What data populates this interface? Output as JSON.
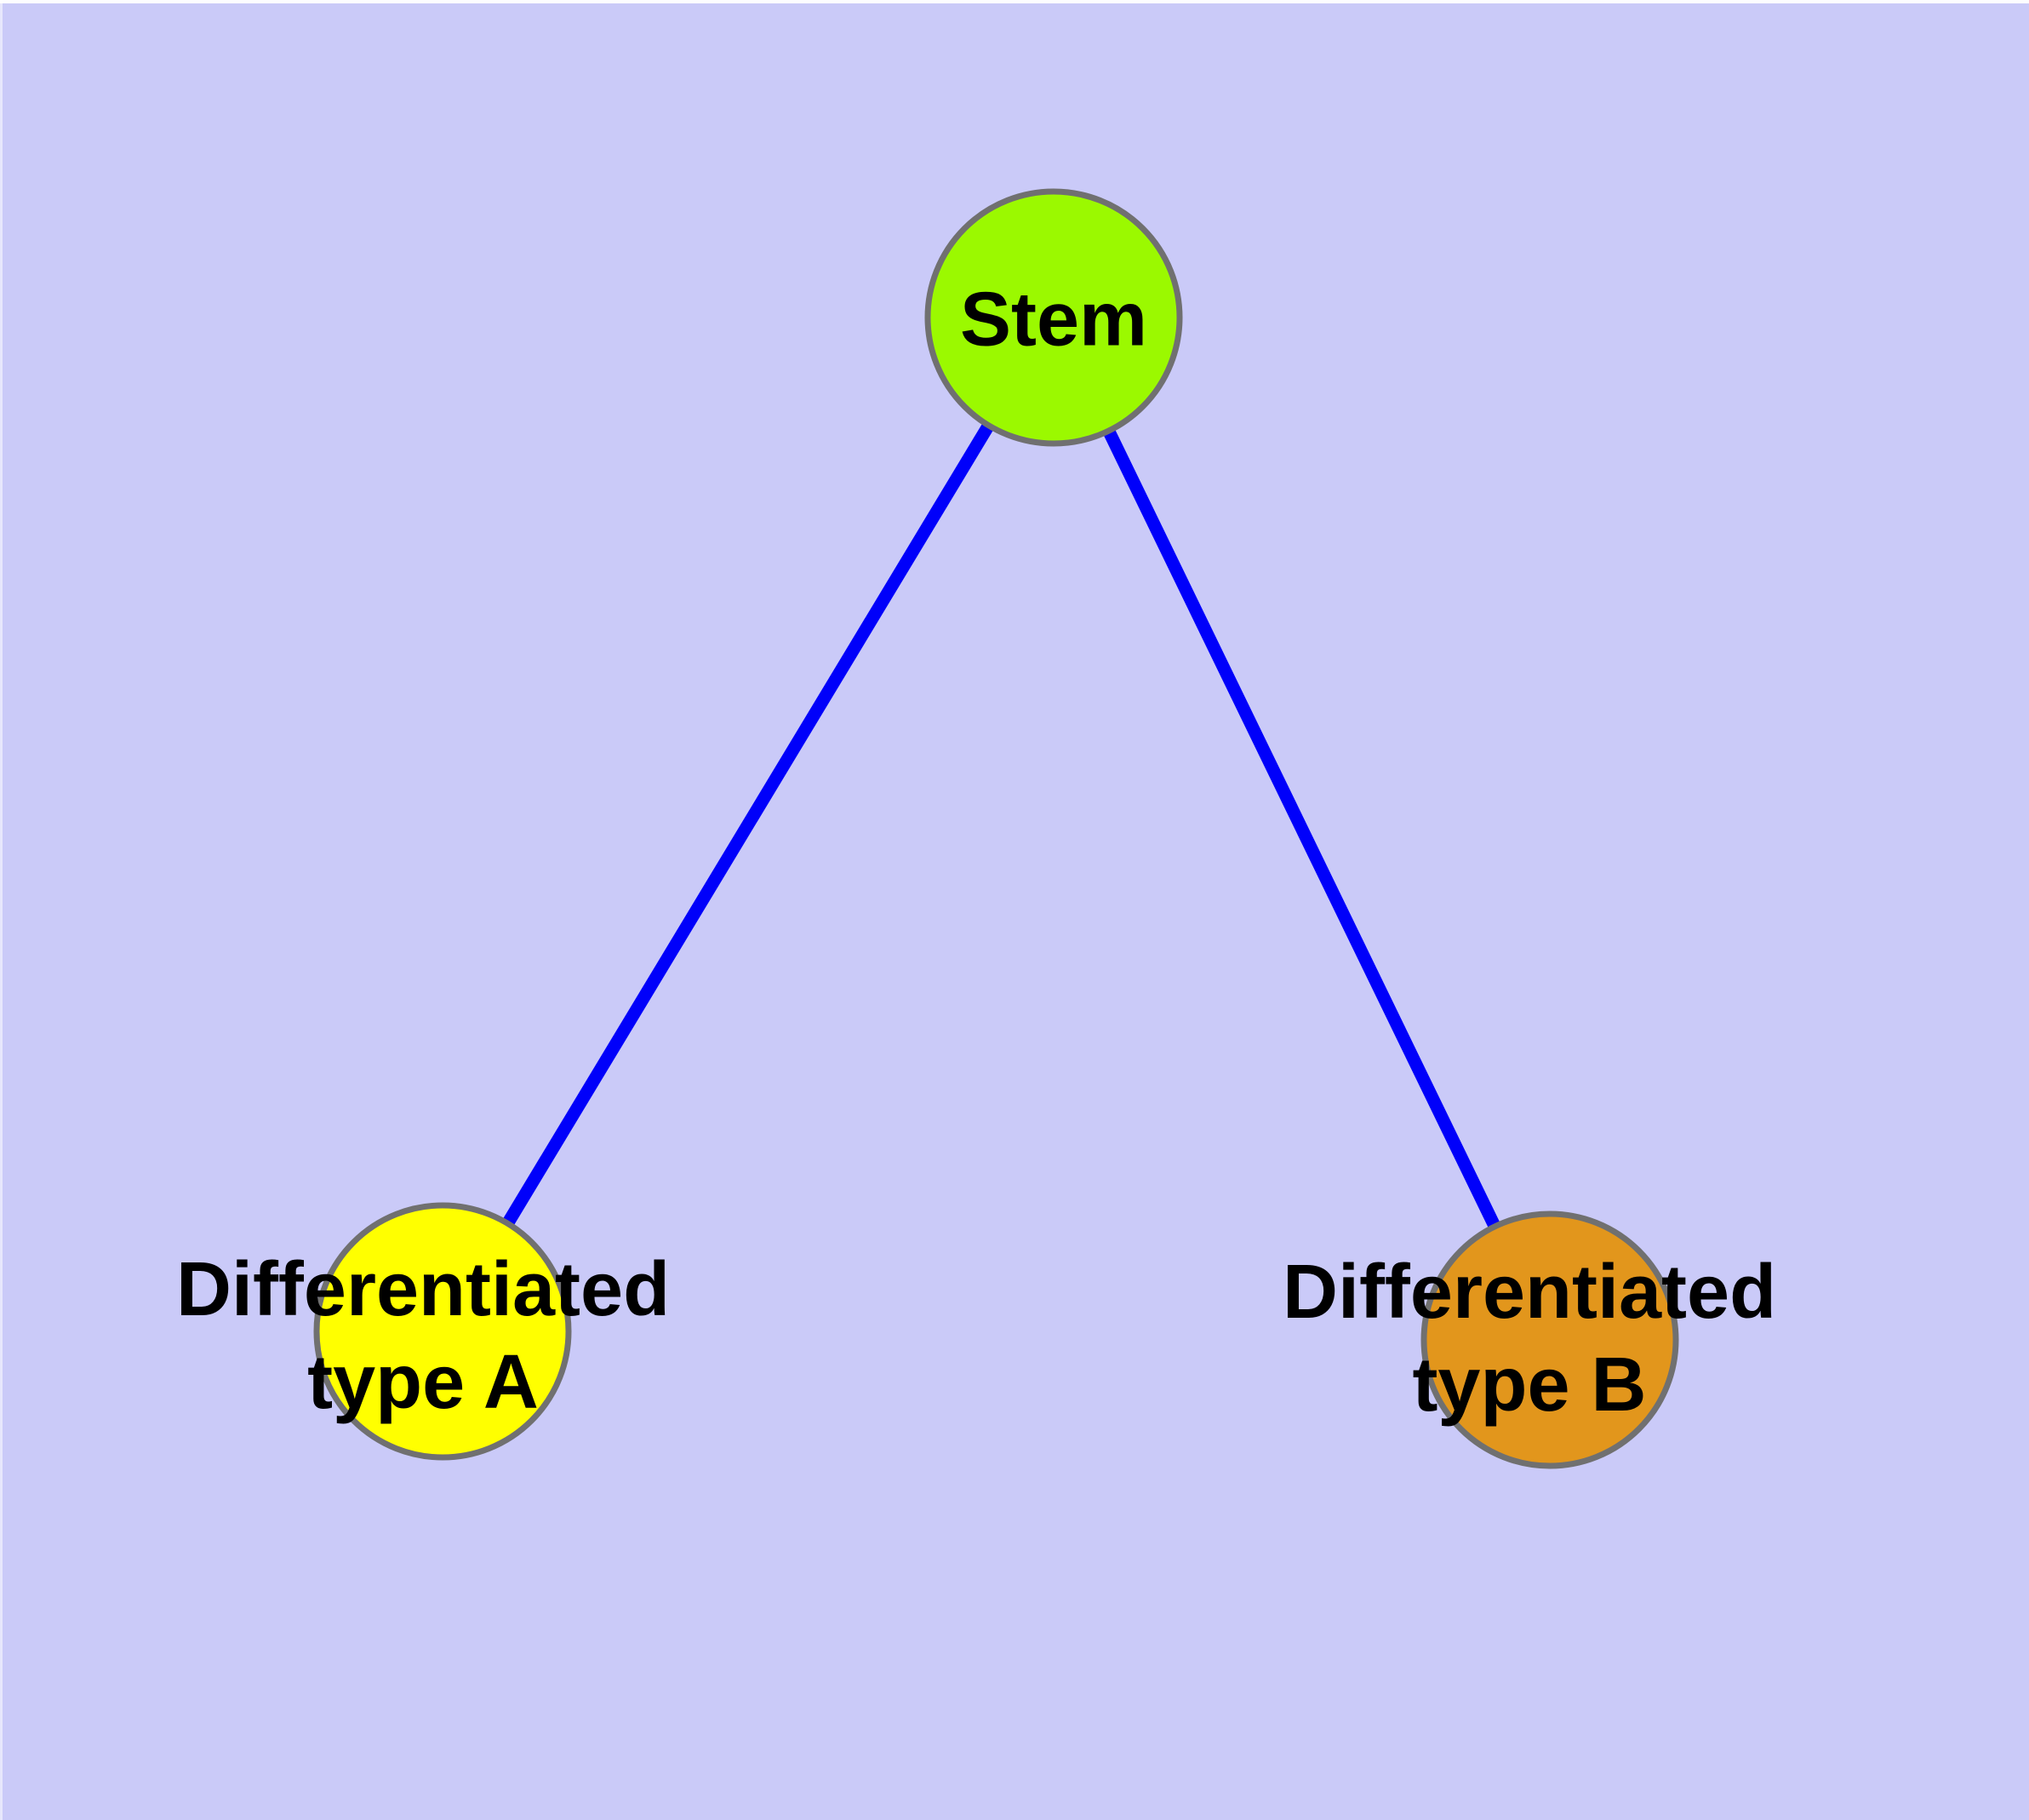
{
  "diagram": {
    "background_color": "#CACAF8",
    "edge_color": "#0000FA",
    "node_border_color": "#707070",
    "nodes": {
      "stem": {
        "label": "Stem",
        "fill_color": "#9BF900"
      },
      "type_a": {
        "label": "Differentiated\ntype A",
        "fill_color": "#FFFF00"
      },
      "type_b": {
        "label": "Differentiated\ntype B",
        "fill_color": "#E2961C"
      }
    },
    "edges": [
      {
        "from": "Stem",
        "to": "Differentiated type A"
      },
      {
        "from": "Stem",
        "to": "Differentiated type B"
      }
    ]
  }
}
